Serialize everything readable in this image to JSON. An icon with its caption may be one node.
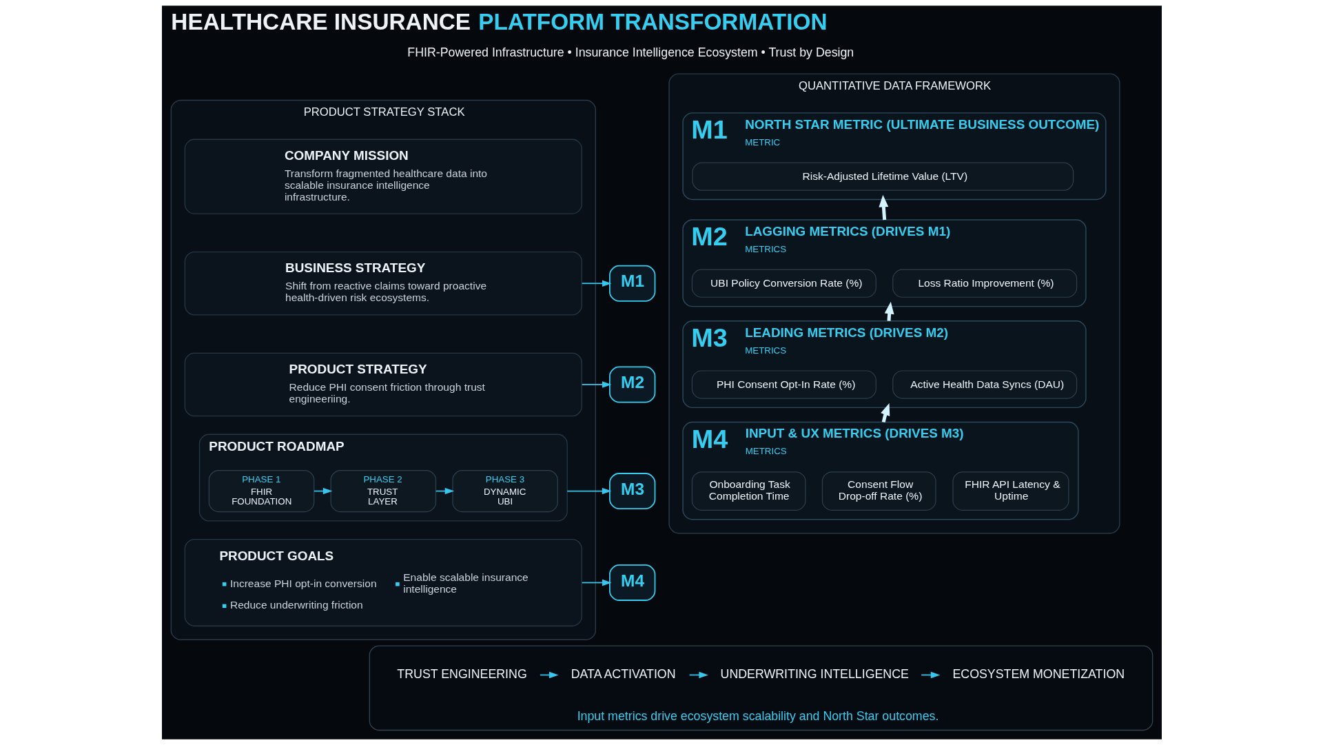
{
  "diagram": {
    "title": "HEALTHCARE INSURANCE PLATFORM TRANSFORMATION",
    "nodes": [
      {
        "text": [
          "PRODUCT STRATEGY STACK"
        ]
      },
      {
        "text": [
          "COMPANY MISSION",
          "Transform fragmented healthcare data into scalable insurance intelligence infrastructure."
        ],
        "in": 0
      },
      {
        "text": [
          "BUSINESS STRATEGY",
          "Shift from reactive claims toward proactive health-driven risk ecosystems."
        ],
        "in": 0
      },
      {
        "text": [
          "PRODUCT STRATEGY",
          "Reduce PHI consent friction through trust engineeriing."
        ],
        "in": 0
      },
      {
        "text": [
          "PRODUCT ROADMAP"
        ],
        "in": 0
      },
      {
        "text": [
          "PHASE 1",
          "FHIR FOUNDATION"
        ],
        "in": 4
      },
      {
        "text": [
          "PHASE 2",
          "TRUST LAYER"
        ],
        "in": 4
      },
      {
        "text": [
          "PHASE 3",
          "DYNAMIC UBI"
        ],
        "in": 4
      },
      {
        "text": [
          "PRODUCT GOALS",
          "Increase PHI opt-in conversion",
          "Reduce underwriting friction",
          "Enable scalable insurance intelligence"
        ],
        "in": 0
      },
      {
        "text": [
          "M1"
        ]
      },
      {
        "text": [
          "M2"
        ]
      },
      {
        "text": [
          "M3"
        ]
      },
      {
        "text": [
          "M4"
        ]
      },
      {
        "text": [
          "QUANTITATIVE DATA FRAMEWORK"
        ]
      },
      {
        "text": [
          "M1",
          "NORTH STAR METRIC (ULTIMATE BUSINESS OUTCOME)",
          "METRIC"
        ],
        "in": 13
      },
      {
        "text": [
          "Risk-Adjusted Lifetime Value (LTV)"
        ],
        "in": 14
      },
      {
        "text": [
          "M2",
          "LAGGING METRICS (DRIVES M1)",
          "METRICS"
        ],
        "in": 13
      },
      {
        "text": [
          "UBI Policy Conversion Rate (%)"
        ],
        "in": 16
      },
      {
        "text": [
          "Loss Ratio Improvement (%)"
        ],
        "in": 16
      },
      {
        "text": [
          "M3",
          "LEADING METRICS (DRIVES M2)",
          "METRICS"
        ],
        "in": 13
      },
      {
        "text": [
          "PHI Consent Opt-In Rate (%)"
        ],
        "in": 19
      },
      {
        "text": [
          "Active Health Data Syncs (DAU)"
        ],
        "in": 19
      },
      {
        "text": [
          "M4",
          "INPUT & UX METRICS (DRIVES M3)",
          "METRICS"
        ],
        "in": 13
      },
      {
        "text": [
          "Onboarding Task Completion Time"
        ],
        "in": 22
      },
      {
        "text": [
          "Consent Flow Drop-off Rate (%)"
        ],
        "in": 22
      },
      {
        "text": [
          "FHIR API Latency & Uptime"
        ],
        "in": 22
      },
      {
        "text": [
          "Input metrics drive ecosystem scalability and North Star outcomes."
        ]
      },
      {
        "text": [
          "TRUST ENGINEERING"
        ],
        "in": 26
      },
      {
        "text": [
          "DATA ACTIVATION"
        ],
        "in": 26
      },
      {
        "text": [
          "UNDERWRITING INTELLIGENCE"
        ],
        "in": 26
      },
      {
        "text": [
          "ECOSYSTEM MONETIZATION"
        ],
        "in": 26
      }
    ],
    "edges": [
      {
        "from": 2,
        "to": 9,
        "arrow": "to"
      },
      {
        "from": 3,
        "to": 10,
        "arrow": "to"
      },
      {
        "from": 5,
        "to": 6,
        "arrow": "to"
      },
      {
        "from": 6,
        "to": 7,
        "arrow": "to"
      },
      {
        "from": 4,
        "to": 11,
        "arrow": "to"
      },
      {
        "from": 8,
        "to": 12,
        "arrow": "to"
      },
      {
        "from": 16,
        "to": 14,
        "arrow": "to",
        "style": "thick",
        "color": "#d2f3ff"
      },
      {
        "from": 19,
        "to": 16,
        "arrow": "to",
        "style": "thick",
        "color": "#d2f3ff"
      },
      {
        "from": 22,
        "to": 19,
        "arrow": "to",
        "style": "thick",
        "color": "#d2f3ff"
      },
      {
        "from": 27,
        "to": 28,
        "arrow": "to"
      },
      {
        "from": 28,
        "to": 29,
        "arrow": "to"
      },
      {
        "from": 29,
        "to": 30,
        "arrow": "to"
      }
    ],
    "labels": [
      "FHIR-Powered Infrastructure • Insurance Intelligence Ecosystem • Trust by Design"
    ]
  }
}
